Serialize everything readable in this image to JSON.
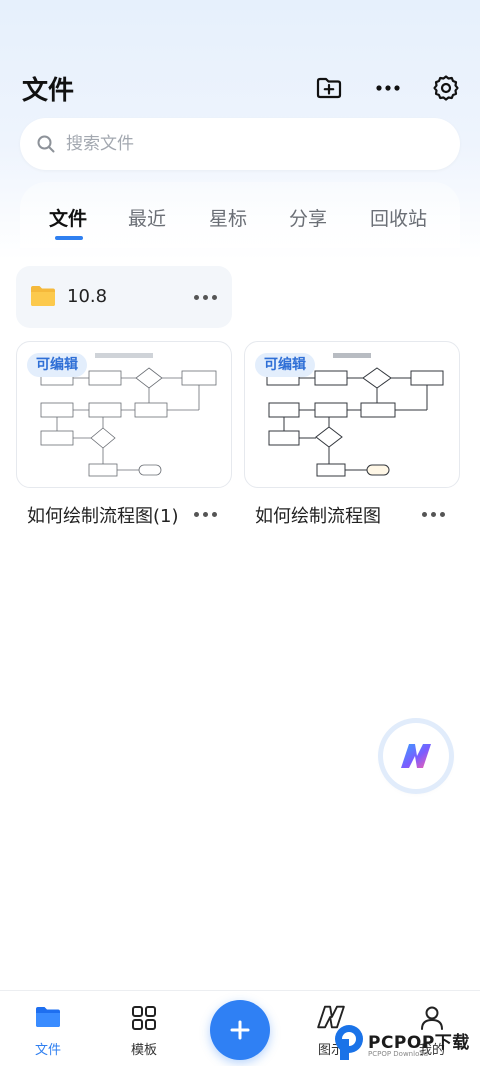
{
  "header": {
    "title": "文件"
  },
  "search": {
    "placeholder": "搜索文件"
  },
  "tabs": [
    {
      "label": "文件",
      "active": true
    },
    {
      "label": "最近"
    },
    {
      "label": "星标"
    },
    {
      "label": "分享"
    },
    {
      "label": "回收站"
    }
  ],
  "folders": [
    {
      "name": "10.8",
      "icon": "folder-icon"
    }
  ],
  "files": [
    {
      "name": "如何绘制流程图(1)",
      "badge": "可编辑"
    },
    {
      "name": "如何绘制流程图",
      "badge": "可编辑"
    }
  ],
  "bottom_nav": {
    "files": "文件",
    "templates": "模板",
    "ai": "图示",
    "mine": "我的"
  },
  "watermark": {
    "text": "PCPOP下载",
    "sub": "PCPOP Download"
  },
  "colors": {
    "accent": "#2f7ff0",
    "folder": "#f7c244",
    "badge_bg": "#e3eefc"
  }
}
